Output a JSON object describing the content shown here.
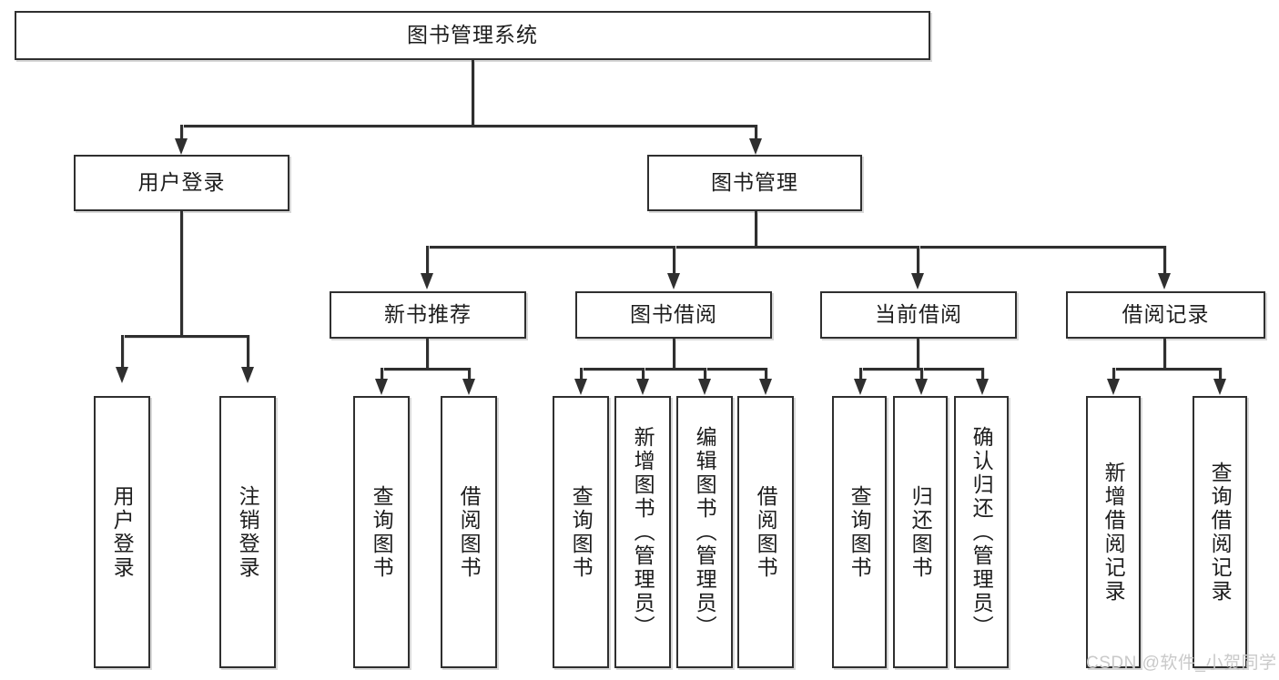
{
  "diagram": {
    "type": "tree",
    "title": "图书管理系统",
    "watermark": "CSDN @软件_小贺同学",
    "colors": {
      "box_border": "#2f2f2f",
      "box_fill": "#ffffff",
      "connector": "#2f2f2f",
      "shadow": "#d8d8d8",
      "watermark": "#c9c9c9",
      "background": "#ffffff"
    },
    "root": {
      "label": "图书管理系统"
    },
    "level2": [
      {
        "label": "用户登录"
      },
      {
        "label": "图书管理"
      }
    ],
    "level3": [
      {
        "label": "新书推荐"
      },
      {
        "label": "图书借阅"
      },
      {
        "label": "当前借阅"
      },
      {
        "label": "借阅记录"
      }
    ],
    "leaves": {
      "user_login": [
        {
          "label": "用户登录"
        },
        {
          "label": "注销登录"
        }
      ],
      "new_book_recommend": [
        {
          "label": "查询图书"
        },
        {
          "label": "借阅图书"
        }
      ],
      "book_borrow": [
        {
          "label": "查询图书"
        },
        {
          "label": "新增图书（管理员）"
        },
        {
          "label": "编辑图书（管理员）"
        },
        {
          "label": "借阅图书"
        }
      ],
      "current_borrow": [
        {
          "label": "查询图书"
        },
        {
          "label": "归还图书"
        },
        {
          "label": "确认归还（管理员）"
        }
      ],
      "borrow_record": [
        {
          "label": "新增借阅记录"
        },
        {
          "label": "查询借阅记录"
        }
      ]
    }
  }
}
